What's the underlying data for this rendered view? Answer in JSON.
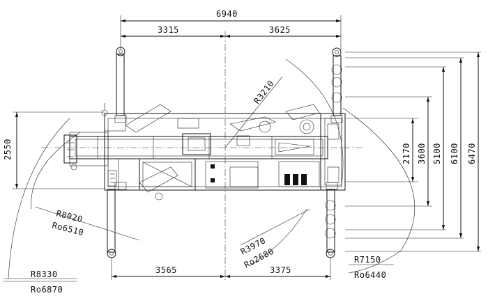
{
  "dimensions": {
    "overall_length": "6940",
    "front_length": "3315",
    "rear_length": "3625",
    "bottom_front": "3565",
    "bottom_rear": "3375",
    "body_width": "2550",
    "width_2170": "2170",
    "width_3600": "3600",
    "width_5100": "5100",
    "width_6100": "6100",
    "width_6470": "6470"
  },
  "radii": {
    "r3210": "R3210",
    "r8020": "R8020",
    "ro6510": "Ro6510",
    "r3970": "R3970",
    "ro2680": "Ro2680",
    "r8330": "R8330",
    "ro6870": "Ro6870",
    "r7150": "R7150",
    "ro6440": "Ro6440"
  }
}
